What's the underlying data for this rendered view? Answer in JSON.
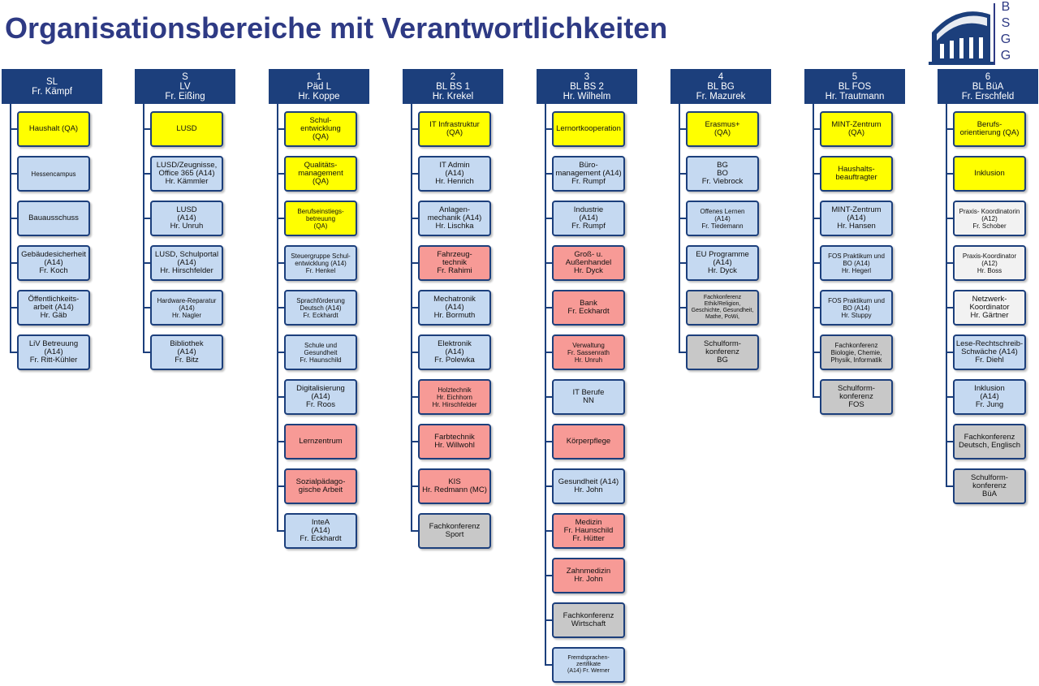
{
  "page": {
    "title": "Organisationsbereiche mit Verantwortlichkeiten"
  },
  "logo": {
    "letters": [
      "B",
      "S",
      "G",
      "G"
    ],
    "icon": "school-building-icon"
  },
  "colors": {
    "header": "#1c3f7c",
    "title": "#2e3a84",
    "yellow": "#ffff00",
    "blue": "#c5d9f1",
    "red": "#f79a96",
    "gray": "#c8c8c8",
    "white": "#f2f2f2"
  },
  "columns": [
    {
      "header": [
        "SL",
        "Fr. Kämpf"
      ],
      "items": [
        {
          "lines": [
            "Haushalt (QA)"
          ],
          "color": "yellow"
        },
        {
          "lines": [
            "Hessencampus"
          ],
          "color": "blue",
          "size": "small"
        },
        {
          "lines": [
            "Bauausschuss"
          ],
          "color": "blue"
        },
        {
          "lines": [
            "Gebäudesicherheit",
            "(A14)",
            "Fr. Koch"
          ],
          "color": "blue"
        },
        {
          "lines": [
            "Öffentlichkeits-",
            "arbeit (A14)",
            "Hr. Gäb"
          ],
          "color": "blue"
        },
        {
          "lines": [
            "LiV Betreuung",
            "(A14)",
            "Fr. Ritt-Kühler"
          ],
          "color": "blue"
        }
      ]
    },
    {
      "header": [
        "S",
        "LV",
        "Fr. Eißing"
      ],
      "items": [
        {
          "lines": [
            "LUSD"
          ],
          "color": "yellow"
        },
        {
          "lines": [
            "LUSD/Zeugnisse,",
            "Office 365 (A14)",
            "Hr. Kämmler"
          ],
          "color": "blue"
        },
        {
          "lines": [
            "LUSD",
            "(A14)",
            "Hr. Unruh"
          ],
          "color": "blue"
        },
        {
          "lines": [
            "LUSD, Schulportal",
            "(A14)",
            "Hr. Hirschfelder"
          ],
          "color": "blue"
        },
        {
          "lines": [
            "Hardware-Reparatur",
            "(A14)",
            "Hr. Nagler"
          ],
          "color": "blue",
          "size": "small"
        },
        {
          "lines": [
            "Bibliothek",
            "(A14)",
            "Fr. Bitz"
          ],
          "color": "blue"
        }
      ]
    },
    {
      "header": [
        "1",
        "Päd L",
        "Hr. Koppe"
      ],
      "items": [
        {
          "lines": [
            "Schul-",
            "entwicklung",
            "(QA)"
          ],
          "color": "yellow"
        },
        {
          "lines": [
            "Qualitäts-",
            "management",
            "(QA)"
          ],
          "color": "yellow"
        },
        {
          "lines": [
            "Berufseinstiegs-",
            "betreuung",
            "(QA)"
          ],
          "color": "yellow",
          "size": "small"
        },
        {
          "lines": [
            "Steuergruppe Schul-",
            "entwicklung (A14)",
            "Fr. Henkel"
          ],
          "color": "blue",
          "size": "small"
        },
        {
          "lines": [
            "Sprachförderung",
            "Deutsch (A14)",
            "Fr. Eckhardt"
          ],
          "color": "blue",
          "size": "small"
        },
        {
          "lines": [
            "Schule und",
            "Gesundheit",
            "Fr. Haunschild"
          ],
          "color": "blue",
          "size": "small"
        },
        {
          "lines": [
            "Digitalisierung",
            "(A14)",
            "Fr. Roos"
          ],
          "color": "blue"
        },
        {
          "lines": [
            "Lernzentrum"
          ],
          "color": "red"
        },
        {
          "lines": [
            "Sozialpädago-",
            "gische Arbeit"
          ],
          "color": "red"
        },
        {
          "lines": [
            "InteA",
            "(A14)",
            "Fr. Eckhardt"
          ],
          "color": "blue"
        }
      ]
    },
    {
      "header": [
        "2",
        "BL BS 1",
        "Hr. Krekel"
      ],
      "items": [
        {
          "lines": [
            "IT Infrastruktur",
            "(QA)"
          ],
          "color": "yellow"
        },
        {
          "lines": [
            "IT Admin",
            "(A14)",
            "Hr. Henrich"
          ],
          "color": "blue"
        },
        {
          "lines": [
            "Anlagen-",
            "mechanik (A14)",
            "Hr. Lischka"
          ],
          "color": "blue"
        },
        {
          "lines": [
            "Fahrzeug-",
            "technik",
            "Fr. Rahimi"
          ],
          "color": "red"
        },
        {
          "lines": [
            "Mechatronik",
            "(A14)",
            "Hr. Bormuth"
          ],
          "color": "blue"
        },
        {
          "lines": [
            "Elektronik",
            "(A14)",
            "Fr. Polewka"
          ],
          "color": "blue"
        },
        {
          "lines": [
            "Holztechnik",
            "Hr. Eichhorn",
            "Hr. Hirschfelder"
          ],
          "color": "red",
          "size": "small"
        },
        {
          "lines": [
            "Farbtechnik",
            "Hr. Willwohl"
          ],
          "color": "red"
        },
        {
          "lines": [
            "KIS",
            "Hr. Redmann (MC)"
          ],
          "color": "red"
        },
        {
          "lines": [
            "Fachkonferenz",
            "Sport"
          ],
          "color": "gray"
        }
      ]
    },
    {
      "header": [
        "3",
        "BL BS 2",
        "Hr. Wilhelm"
      ],
      "items": [
        {
          "lines": [
            "Lernortkooperation"
          ],
          "color": "yellow"
        },
        {
          "lines": [
            "Büro-",
            "management (A14)",
            "Fr. Rumpf"
          ],
          "color": "blue"
        },
        {
          "lines": [
            "Industrie",
            "(A14)",
            "Fr. Rumpf"
          ],
          "color": "blue"
        },
        {
          "lines": [
            "Groß- u.",
            "Außenhandel",
            "Hr. Dyck"
          ],
          "color": "red"
        },
        {
          "lines": [
            "Bank",
            "Fr. Eckhardt"
          ],
          "color": "red"
        },
        {
          "lines": [
            "Verwaltung",
            "Fr. Sassenrath",
            "Hr. Unruh"
          ],
          "color": "red",
          "size": "small"
        },
        {
          "lines": [
            "IT Berufe",
            "NN"
          ],
          "color": "blue"
        },
        {
          "lines": [
            "Körperpflege"
          ],
          "color": "red"
        },
        {
          "lines": [
            "Gesundheit (A14)",
            "Hr. John"
          ],
          "color": "blue"
        },
        {
          "lines": [
            "Medizin",
            "Fr. Haunschild",
            "Fr. Hütter"
          ],
          "color": "red"
        },
        {
          "lines": [
            "Zahnmedizin",
            "Hr. John"
          ],
          "color": "red"
        },
        {
          "lines": [
            "Fachkonferenz",
            "Wirtschaft"
          ],
          "color": "gray"
        },
        {
          "lines": [
            "Fremdsprachen-",
            "zertifikate",
            "(A14) Fr. Werner"
          ],
          "color": "blue",
          "size": "tiny"
        }
      ]
    },
    {
      "header": [
        "4",
        "BL BG",
        "Fr. Mazurek"
      ],
      "items": [
        {
          "lines": [
            "Erasmus+",
            "(QA)"
          ],
          "color": "yellow"
        },
        {
          "lines": [
            "BG",
            "BO",
            "Fr. Viebrock"
          ],
          "color": "blue"
        },
        {
          "lines": [
            "Offenes Lernen",
            "(A14)",
            "Fr. Tiedemann"
          ],
          "color": "blue",
          "size": "small"
        },
        {
          "lines": [
            "EU Programme",
            "(A14)",
            "Hr. Dyck"
          ],
          "color": "blue"
        },
        {
          "lines": [
            "Fachkonferenz",
            "Ethik/Religion,",
            "Geschichte, Gesundheit,",
            "Mathe, PoWi,"
          ],
          "color": "gray",
          "size": "tiny"
        },
        {
          "lines": [
            "Schulform-",
            "konferenz",
            "BG"
          ],
          "color": "gray"
        }
      ]
    },
    {
      "header": [
        "5",
        "BL FOS",
        "Hr. Trautmann"
      ],
      "items": [
        {
          "lines": [
            "MINT-Zentrum",
            "(QA)"
          ],
          "color": "yellow"
        },
        {
          "lines": [
            "Haushalts-",
            "beauftragter"
          ],
          "color": "yellow"
        },
        {
          "lines": [
            "MINT-Zentrum",
            "(A14)",
            "Hr. Hansen"
          ],
          "color": "blue"
        },
        {
          "lines": [
            "FOS Praktikum und",
            "BO (A14)",
            "Hr. Hegerl"
          ],
          "color": "blue",
          "size": "small"
        },
        {
          "lines": [
            "FOS Praktikum und",
            "BO (A14)",
            "Hr. Stuppy"
          ],
          "color": "blue",
          "size": "small"
        },
        {
          "lines": [
            "Fachkonferenz",
            "Biologie, Chemie,",
            "Physik, Informatik"
          ],
          "color": "gray",
          "size": "small"
        },
        {
          "lines": [
            "Schulform-",
            "konferenz",
            "FOS"
          ],
          "color": "gray"
        }
      ]
    },
    {
      "header": [
        "6",
        "BL BüA",
        "Fr. Erschfeld"
      ],
      "items": [
        {
          "lines": [
            "Berufs-",
            "orientierung (QA)"
          ],
          "color": "yellow"
        },
        {
          "lines": [
            "Inklusion"
          ],
          "color": "yellow"
        },
        {
          "lines": [
            "Praxis- Koordinatorin",
            "(A12)",
            "Fr. Schober"
          ],
          "color": "white",
          "size": "small"
        },
        {
          "lines": [
            "Praxis-Koordinator",
            "(A12)",
            "Hr. Boss"
          ],
          "color": "white",
          "size": "small"
        },
        {
          "lines": [
            "Netzwerk-",
            "Koordinator",
            "Hr. Gärtner"
          ],
          "color": "white"
        },
        {
          "lines": [
            "Lese-Rechtschreib-",
            "Schwäche (A14)",
            "Fr. Diehl"
          ],
          "color": "blue"
        },
        {
          "lines": [
            "Inklusion",
            "(A14)",
            "Fr. Jung"
          ],
          "color": "blue"
        },
        {
          "lines": [
            "Fachkonferenz",
            "Deutsch, Englisch"
          ],
          "color": "gray"
        },
        {
          "lines": [
            "Schulform-",
            "konferenz",
            "BüA"
          ],
          "color": "gray"
        }
      ]
    }
  ]
}
